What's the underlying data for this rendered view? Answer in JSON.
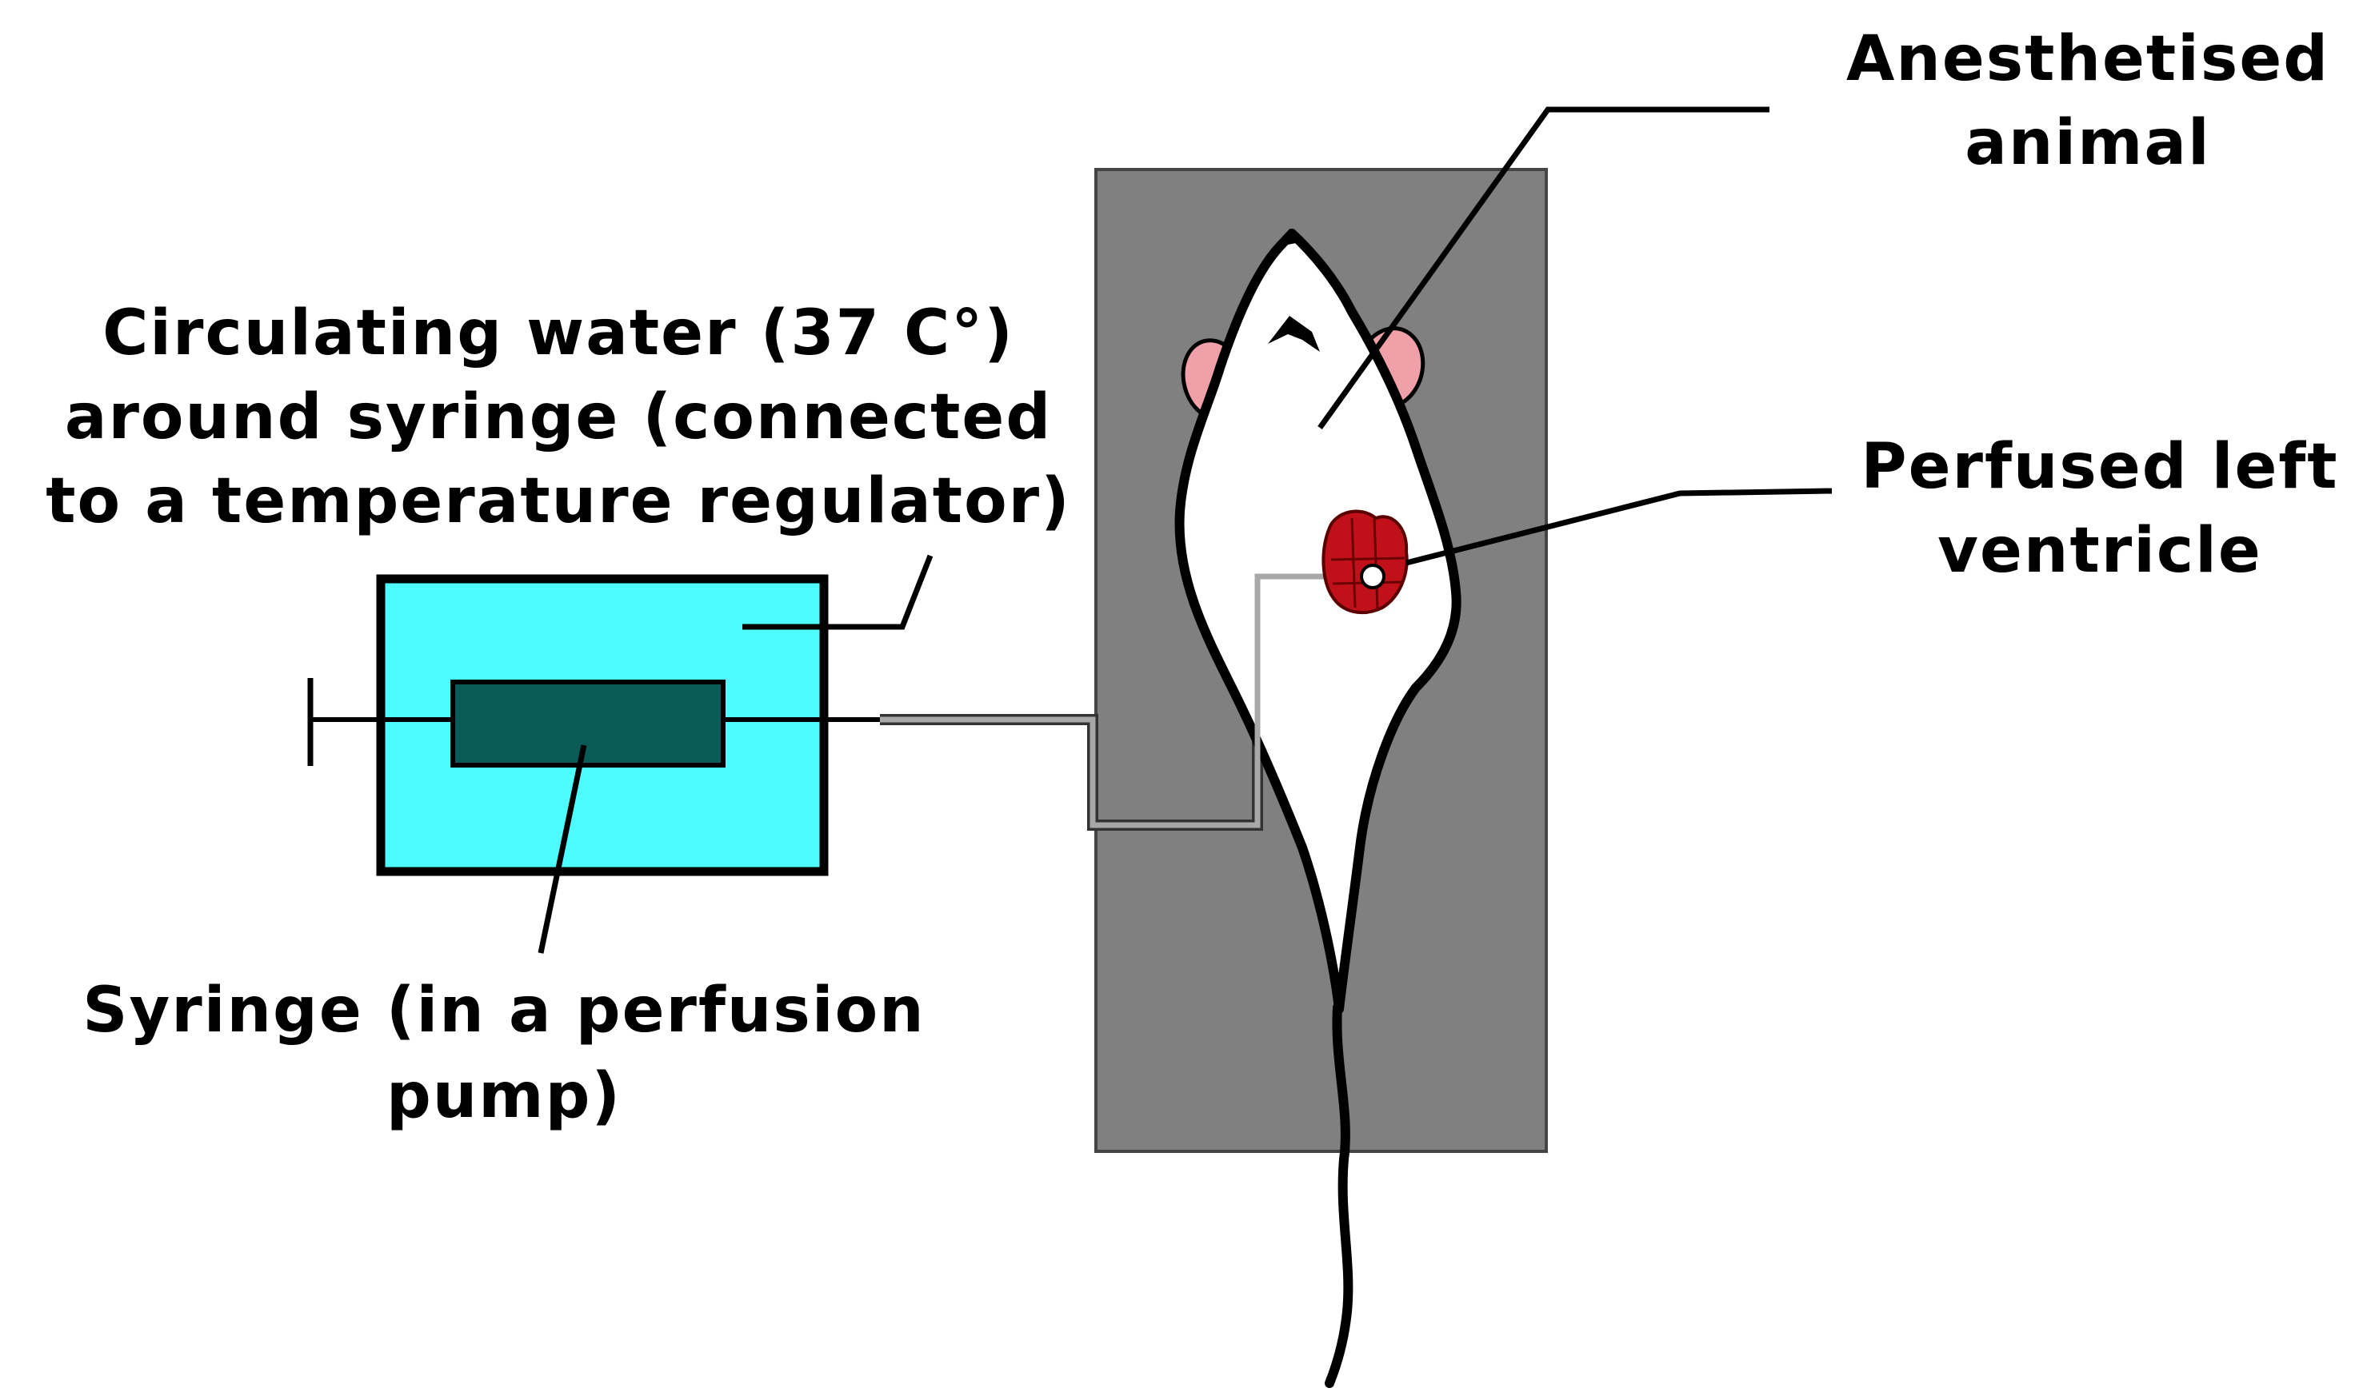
{
  "labels": {
    "water_line1": "Circulating water (37 C°)",
    "water_line2": "around syringe (connected",
    "water_line3": "to a temperature regulator)",
    "syringe_line1": "Syringe (in a perfusion",
    "syringe_line2": "pump)",
    "animal_line1": "Anesthetised",
    "animal_line2": "animal",
    "ventricle_line1": "Perfused left",
    "ventricle_line2": "ventricle"
  },
  "colors": {
    "water_bath": "#4dfcff",
    "syringe_barrel": "#0a5a57",
    "board": "#808080",
    "animal": "#ffffff",
    "ear": "#f0a0a8",
    "heart": "#c0101a",
    "tubing": "#a8a8a8"
  }
}
